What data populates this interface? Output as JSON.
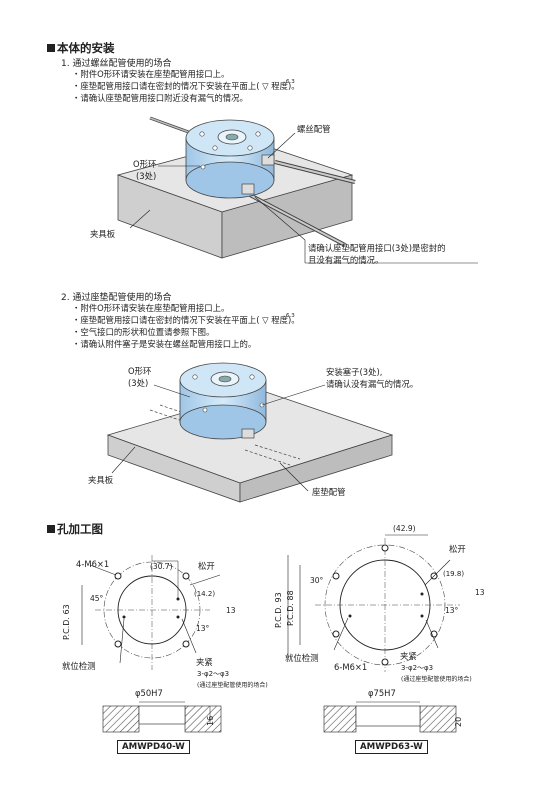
{
  "section1": {
    "title": "本体的安装",
    "sub1": {
      "heading": "1. 通过螺丝配管使用的场合",
      "bullets": [
        "・附件O形环请安装在座垫配管用接口上。",
        "・座垫配管用接口请在密封的情况下安装在平面上(  ▽  程度)。",
        "・请确认座垫配管用接口附近没有漏气的情况。"
      ],
      "finish_mark": "6.3",
      "labels": {
        "screw_pipe": "螺丝配管",
        "oring": "O形环",
        "oring_qty": "(3处)",
        "fixture_plate": "夹具板",
        "note_line1": "请确认座垫配管用接口(3处)是密封的",
        "note_line2": "且没有漏气的情况。"
      }
    },
    "sub2": {
      "heading": "2. 通过座垫配管使用的场合",
      "bullets": [
        "・附件O形环请安装在座垫配管用接口上。",
        "・座垫配管用接口请在密封的情况下安装在平面上(  ▽  程度)。",
        "・空气接口的形状和位置请参照下图。",
        "・请确认附件塞子是安装在螺丝配管用接口上的。"
      ],
      "finish_mark": "6.3",
      "labels": {
        "oring": "O形环",
        "oring_qty": "(3处)",
        "plug_line1": "安装塞子(3处),",
        "plug_line2": "请确认没有漏气的情况。",
        "fixture_plate": "夹具板",
        "seat_pipe": "座垫配管"
      }
    }
  },
  "section2": {
    "title": "孔加工图",
    "left": {
      "model": "AMWPD40-W",
      "screw": "4-M6×1",
      "dim_307": "(30.7)",
      "release": "松开",
      "angle_45": "45°",
      "dim_142": "(14.2)",
      "dim_13a": "13",
      "dim_13b": "13°",
      "pcd": "P.C.D. 63",
      "seat_detect": "就位检测",
      "clamp": "夹紧",
      "holes": "3-φ2～φ3",
      "holes_note": "(通过座垫配管使用的场合)",
      "bore": "φ50H7",
      "depth": "16"
    },
    "right": {
      "model": "AMWPD63-W",
      "dim_429": "(42.9)",
      "release": "松开",
      "angle_30": "30°",
      "dim_198": "(19.8)",
      "dim_13a": "13",
      "dim_13b": "13°",
      "pcd93": "P.C.D. 93",
      "pcd88": "P.C.D. 88",
      "seat_detect": "就位检测",
      "screw": "6-M6×1",
      "clamp": "夹紧",
      "holes": "3-φ2～φ3",
      "holes_note": "(通过座垫配管使用的场合)",
      "bore": "φ75H7",
      "depth": "20"
    }
  },
  "colors": {
    "body_blue": "#bcdaf0",
    "plate_gray": "#dcdcdc",
    "hatch": "#555555"
  }
}
